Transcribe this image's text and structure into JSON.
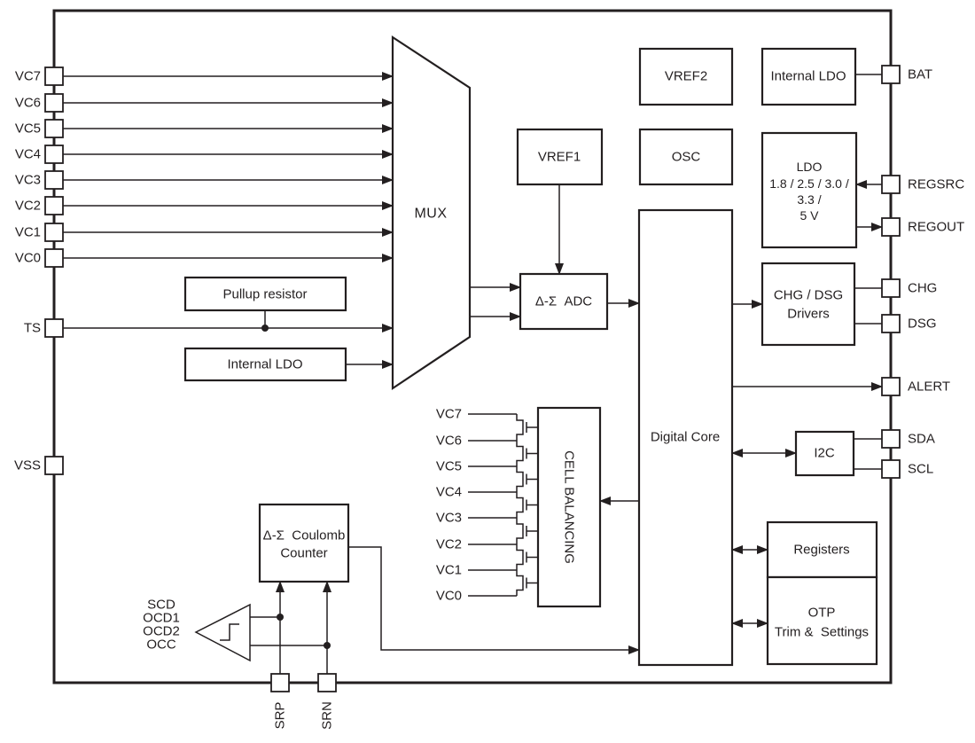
{
  "colors": {
    "line": "#231f20",
    "background": "#ffffff"
  },
  "pins": {
    "left": [
      "VC7",
      "VC6",
      "VC5",
      "VC4",
      "VC3",
      "VC2",
      "VC1",
      "VC0"
    ],
    "ts": "TS",
    "vss": "VSS",
    "right": [
      "BAT",
      "REGSRC",
      "REGOUT",
      "CHG",
      "DSG",
      "ALERT",
      "SDA",
      "SCL"
    ],
    "bottom": [
      "SRP",
      "SRN"
    ]
  },
  "blocks": {
    "mux": "MUX",
    "vref1": "VREF1",
    "vref2": "VREF2",
    "osc": "OSC",
    "internal_ldo_top": "Internal LDO",
    "ldo": {
      "l1": "LDO",
      "l2": "1.8 / 2.5 / 3.0 /",
      "l3": "3.3 /",
      "l4": "5 V"
    },
    "adc": "Δ-Σ  ADC",
    "digital_core": "Digital Core",
    "chg_dsg": {
      "l1": "CHG / DSG",
      "l2": "Drivers"
    },
    "i2c": "I2C",
    "registers": "Registers",
    "otp": {
      "l1": "OTP",
      "l2": "Trim &  Settings"
    },
    "pullup": "Pullup resistor",
    "internal_ldo_left": "Internal LDO",
    "cell_balancing": "CELL BALANCING",
    "cb_inputs": [
      "VC7",
      "VC6",
      "VC5",
      "VC4",
      "VC3",
      "VC2",
      "VC1",
      "VC0"
    ],
    "coulomb": {
      "l1": "Δ-Σ  Coulomb",
      "l2": "Counter"
    }
  },
  "comparator": {
    "labels": [
      "SCD",
      "OCD1",
      "OCD2",
      "OCC"
    ]
  }
}
